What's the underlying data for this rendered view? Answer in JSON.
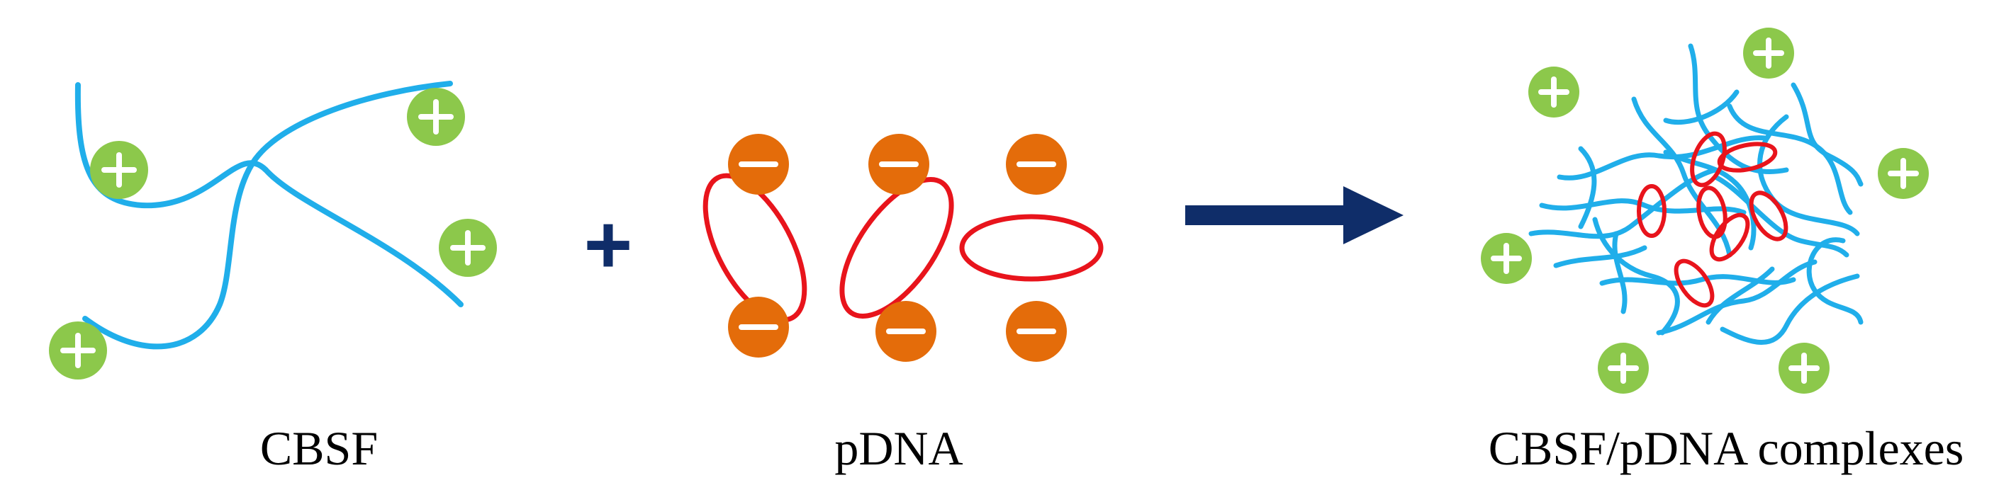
{
  "colors": {
    "chain": "#20AEEA",
    "positive_charge": "#8CC84B",
    "negative_charge": "#E46C0A",
    "plasmid": "#E8141C",
    "plus_sign": "#0F2D69",
    "arrow": "#0F2D69",
    "text": "#000000"
  },
  "labels": {
    "cbsf": "CBSF",
    "pdna": "pDNA",
    "complexes": "CBSF/pDNA complexes"
  },
  "operator": "+",
  "icons": {
    "positive": "plus-in-circle",
    "negative": "minus-in-circle",
    "plasmid": "red-ellipse-loop",
    "reaction_arrow": "right-arrow"
  }
}
